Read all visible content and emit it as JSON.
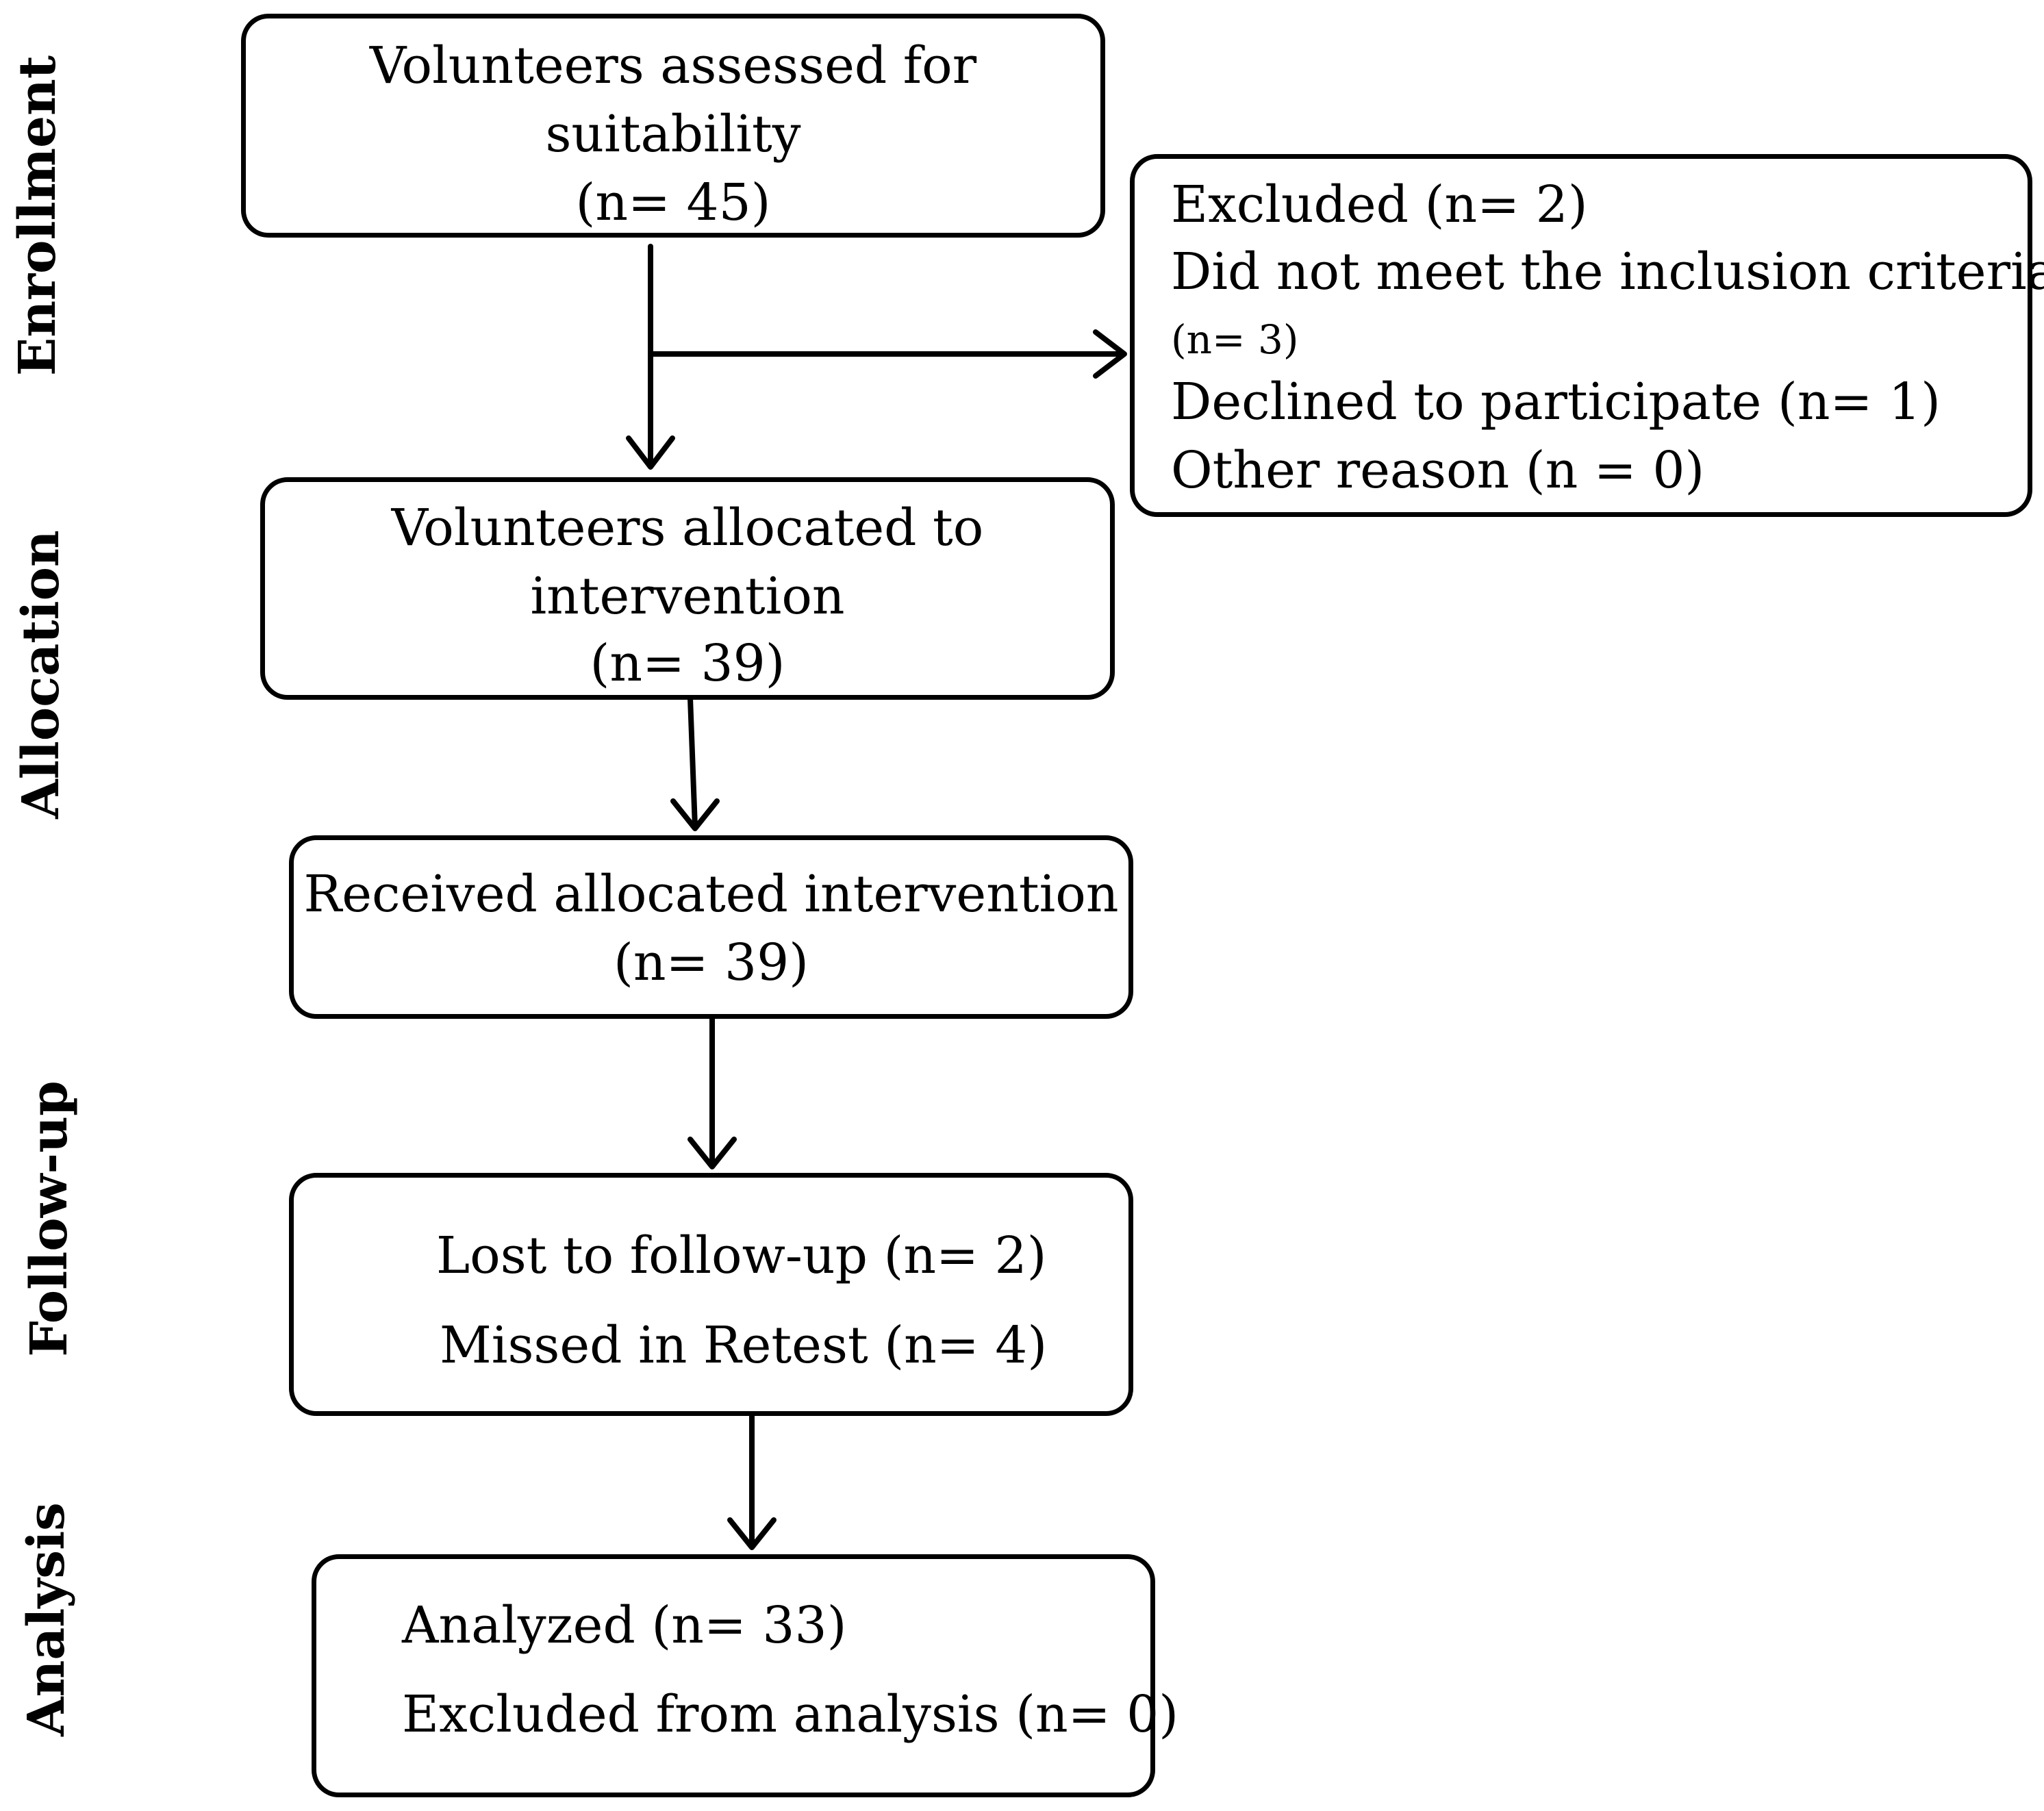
{
  "stages": {
    "enrollment": "Enrollment",
    "allocation": "Allocation",
    "follow_up": "Follow-up",
    "analysis": "Analysis"
  },
  "boxes": {
    "assessed": {
      "line1": "Volunteers assessed  for",
      "line2": "suitability",
      "line3": "(n= 45)"
    },
    "excluded": {
      "line1": "Excluded (n= 2)",
      "line2": "Did not meet the inclusion criteria",
      "line3": "(n= 3)",
      "line4": "Declined to participate (n= 1)",
      "line5": "Other reason (n = 0)"
    },
    "allocated": {
      "line1": "Volunteers allocated to",
      "line2": "intervention",
      "line3": "(n= 39)"
    },
    "received": {
      "line1": "Received allocated intervention",
      "line2": "(n= 39)"
    },
    "follow_up": {
      "line1": "Lost to follow-up (n= 2)",
      "line2": "Missed in Retest (n= 4)"
    },
    "analysis": {
      "line1": "Analyzed (n= 33)",
      "line2": "Excluded from analysis (n= 0)"
    }
  }
}
